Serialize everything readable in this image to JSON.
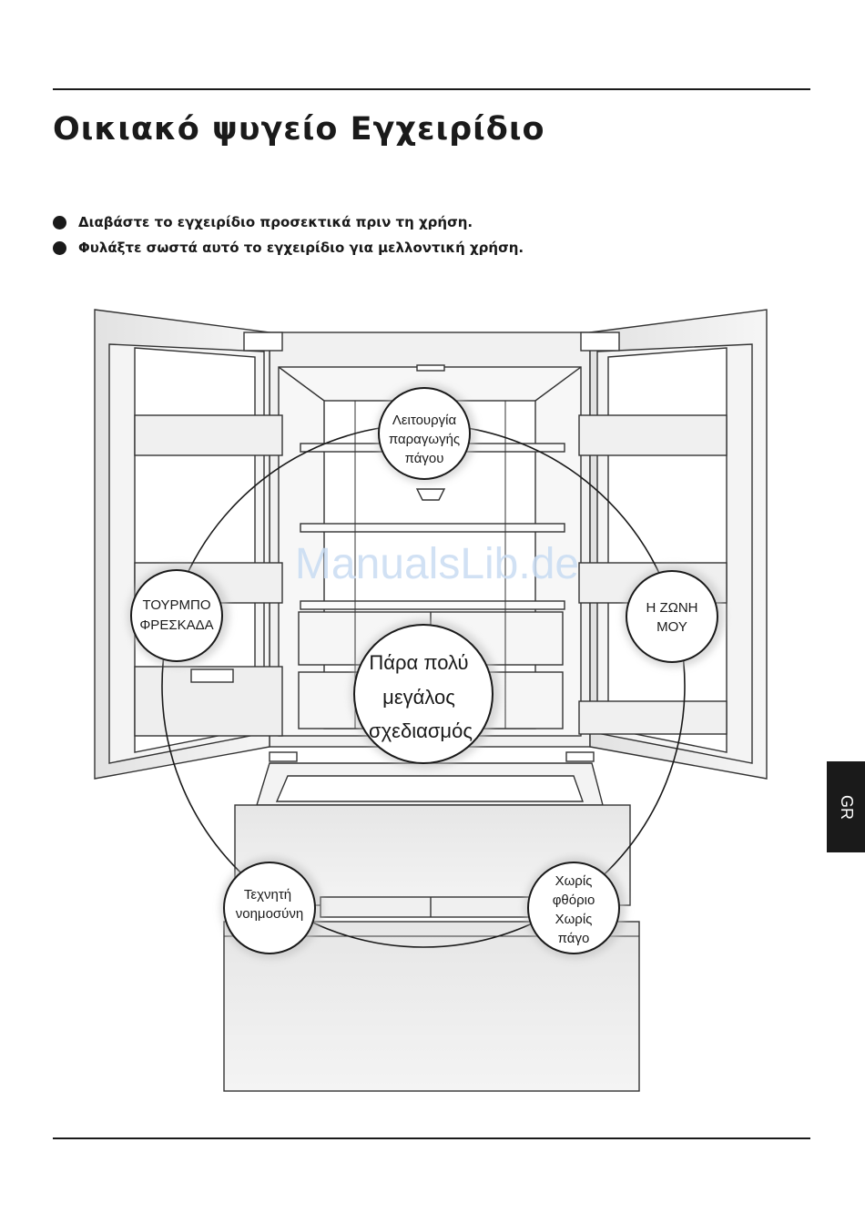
{
  "document": {
    "title": "Οικιακό ψυγείο Εγχειρίδιο",
    "bullets": [
      "Διαβάστε το εγχειρίδιο προσεκτικά πριν τη χρήση.",
      "Φυλάξτε σωστά αυτό το εγχειρίδιο για μελλοντική χρήση."
    ],
    "watermark": "ManualsLib.de",
    "language_tab": "GR"
  },
  "features": {
    "ice": [
      "Λειτουργία",
      "παραγωγής",
      "πάγου"
    ],
    "turbo": [
      "ΤΟΥΡΜΠΟ",
      "ΦΡΕΣΚΑΔΑ"
    ],
    "myzone": [
      "Η ΖΩΝΗ",
      "ΜΟΥ"
    ],
    "design": [
      "Πάρα πολύ",
      "μεγάλος",
      "σχεδιασμός"
    ],
    "ai": [
      "Τεχνητή",
      "νοημοσύνη"
    ],
    "nofrost": [
      "Χωρίς",
      "φθόριο",
      "Χωρίς",
      "πάγο"
    ]
  }
}
